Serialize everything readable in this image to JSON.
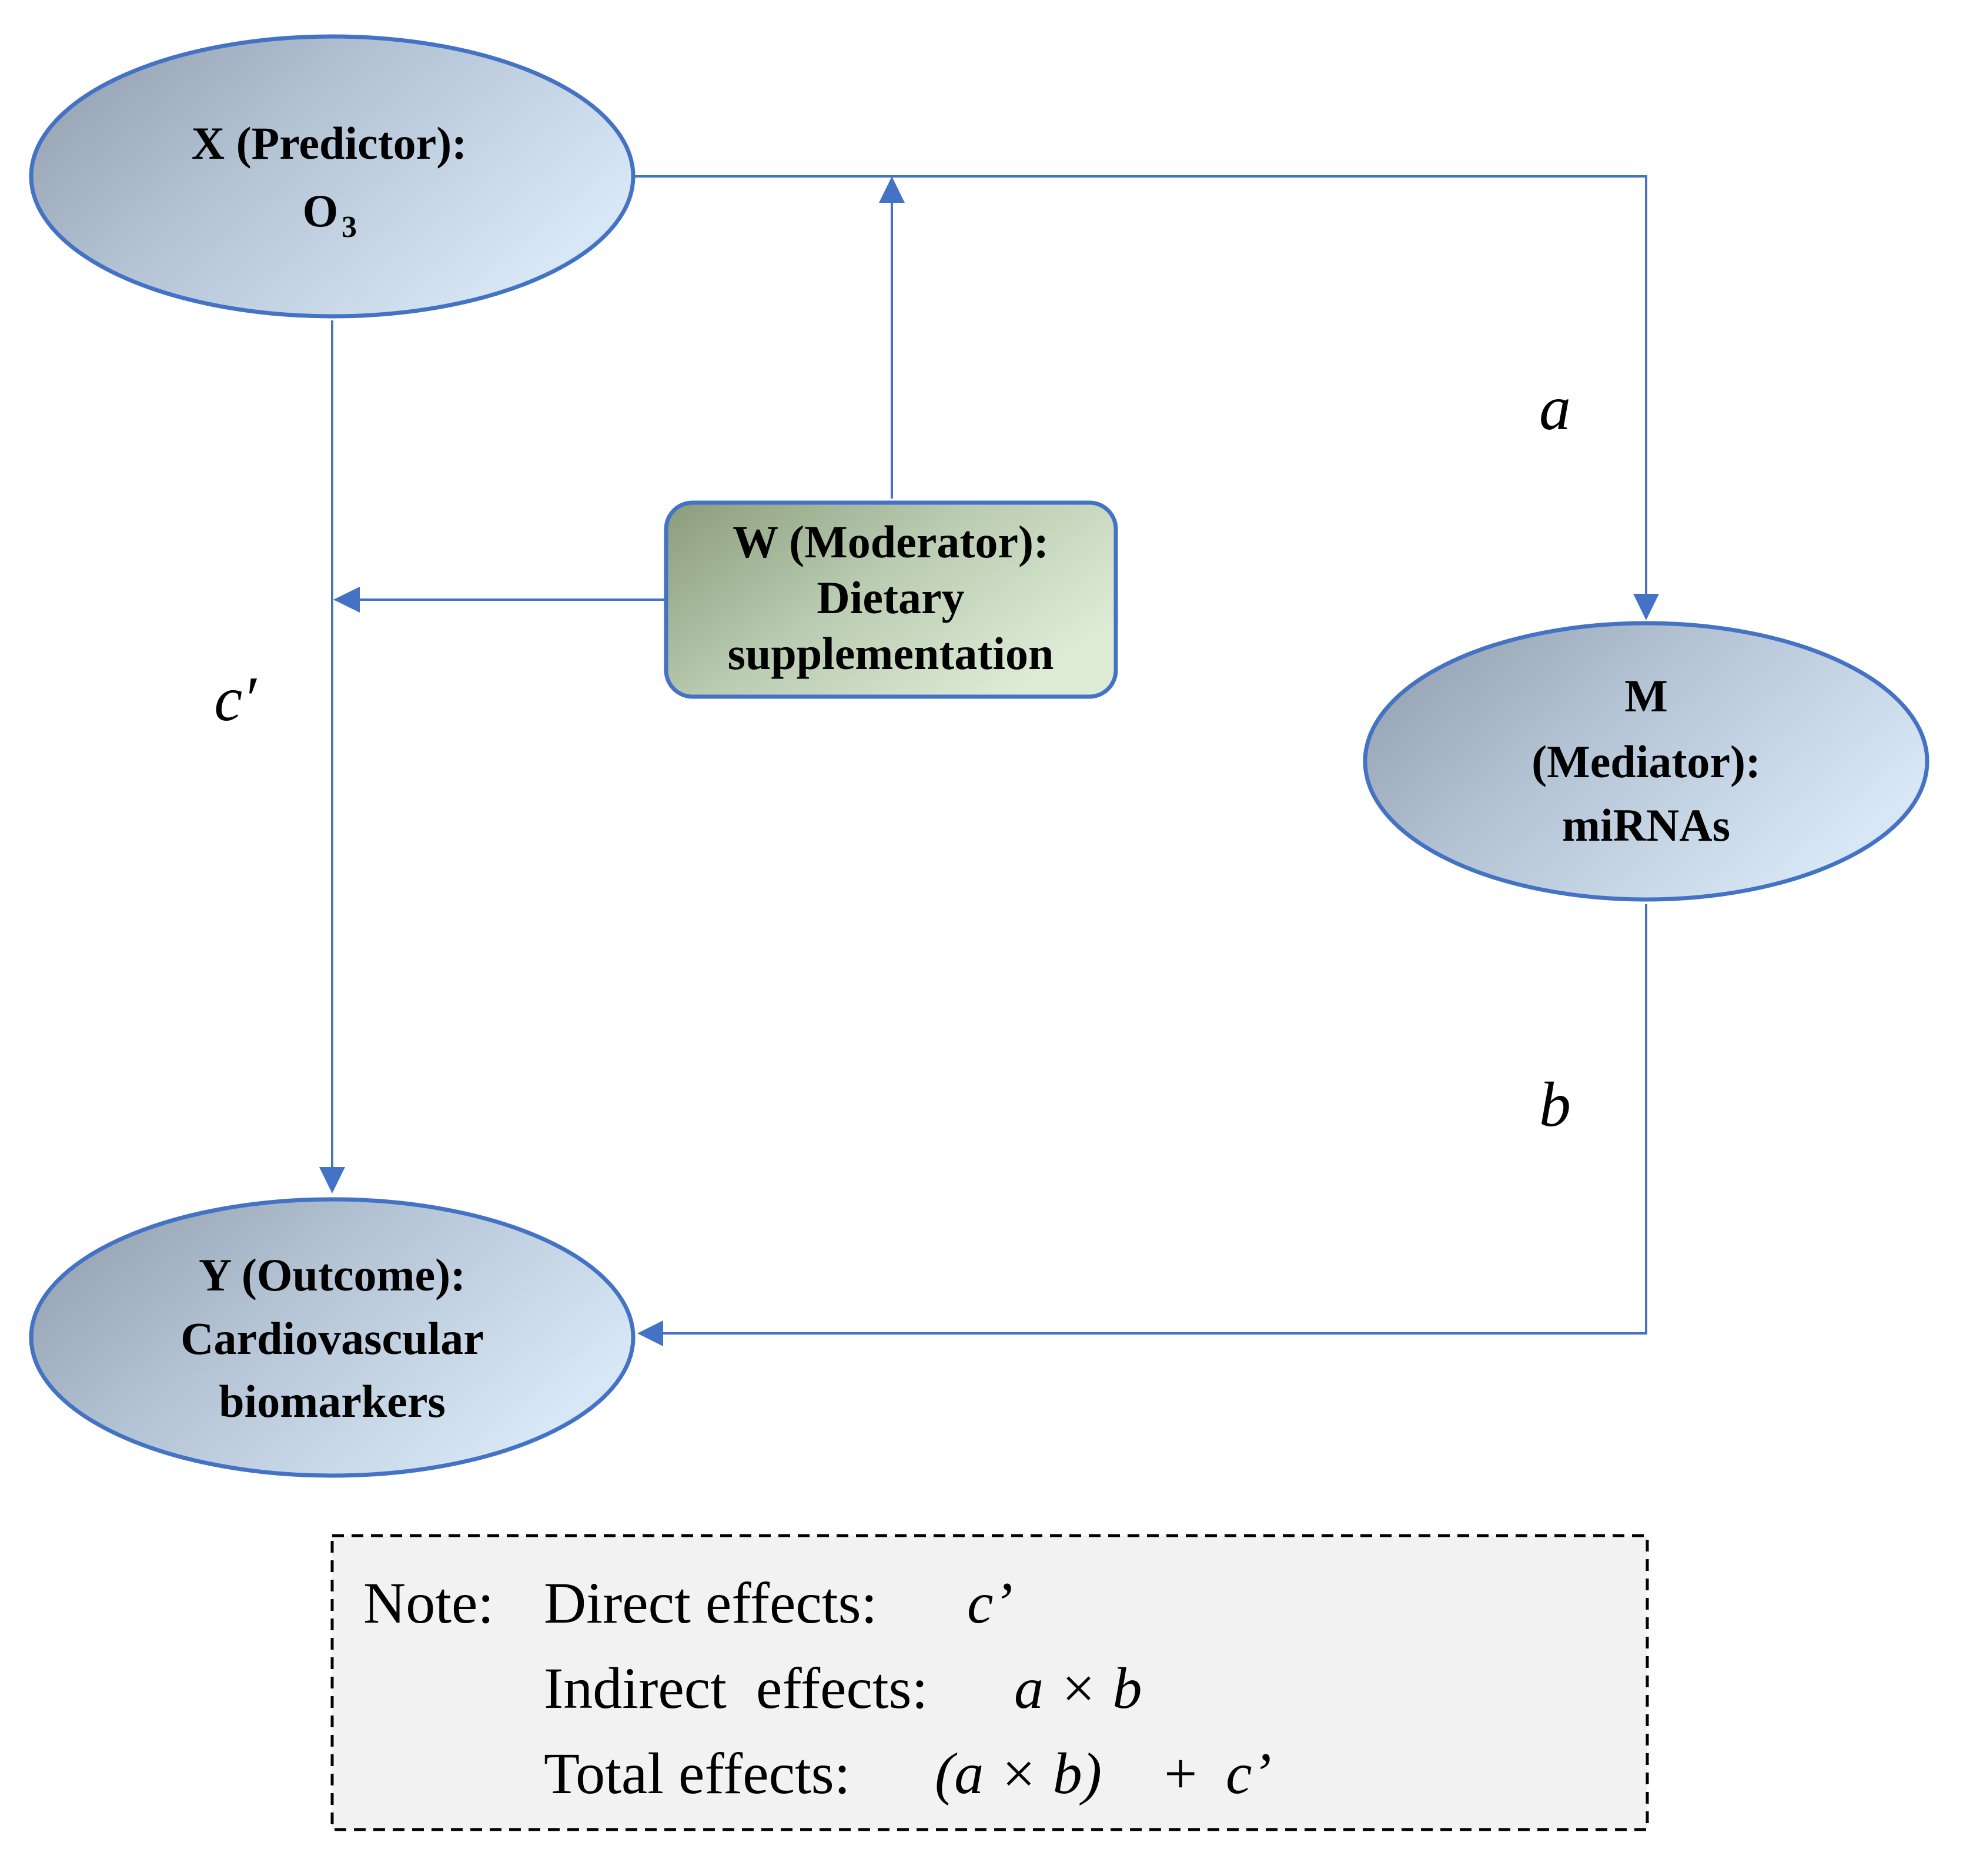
{
  "nodes": {
    "x": {
      "line1": "X (Predictor):",
      "line2": "O",
      "line2_sub": "3"
    },
    "w": {
      "line1": "W (Moderator):",
      "line2": "Dietary",
      "line3": "supplementation"
    },
    "m": {
      "line1": "M",
      "line2": "(Mediator):",
      "line3": "miRNAs"
    },
    "y": {
      "line1": "Y (Outcome):",
      "line2": "Cardiovascular",
      "line3": "biomarkers"
    }
  },
  "paths": {
    "a": "a",
    "b": "b",
    "c_prime": "c′"
  },
  "note": {
    "prefix": "Note:",
    "direct_label": "Direct effects:",
    "direct_value": "c’",
    "indirect_label": "Indirect  effects:",
    "indirect_value": "a × b",
    "total_label": "Total effects:",
    "total_value_1": "(a × b)",
    "total_value_2": " + ",
    "total_value_3": "c’"
  },
  "colors": {
    "edge": "#4472c4",
    "ellipse_dark": "#8e9aa8",
    "ellipse_light": "#d6e6f5",
    "moderator_dark": "#8b9d7c",
    "moderator_light": "#dcebd7",
    "note_bg": "#f2f2f2"
  }
}
